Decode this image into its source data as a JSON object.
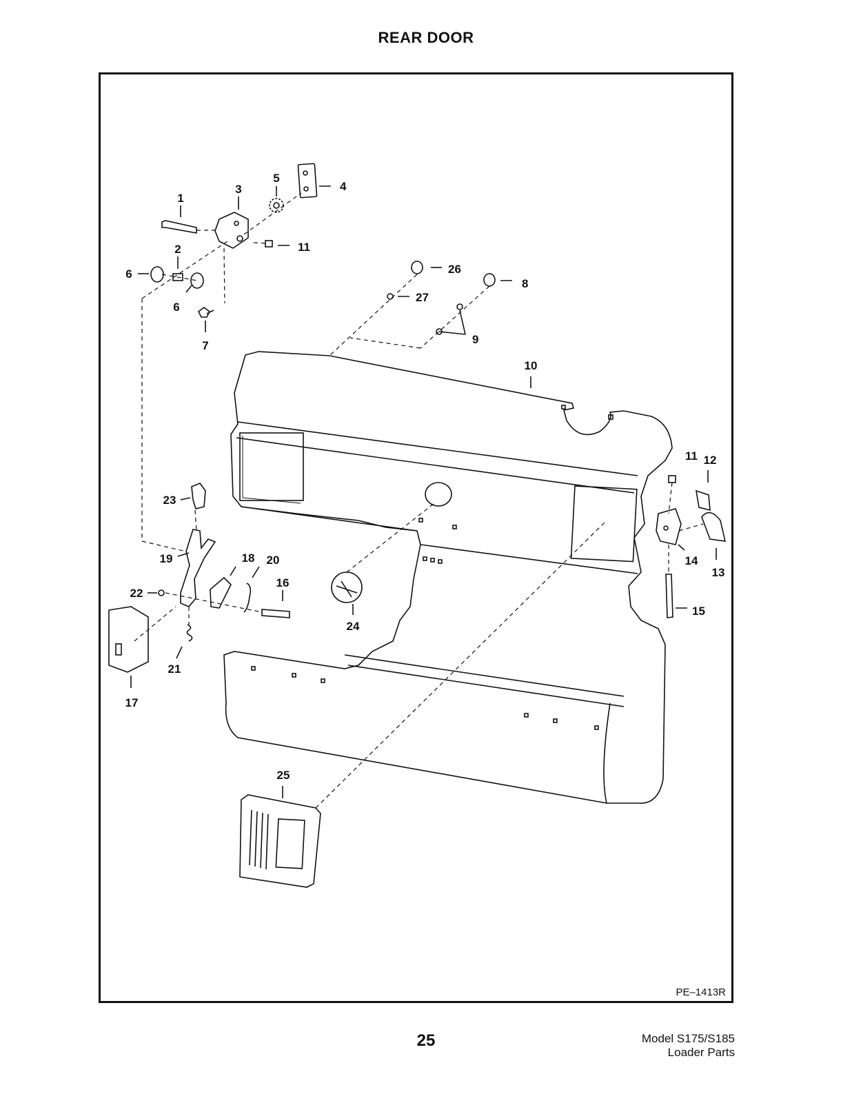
{
  "page": {
    "title": "REAR DOOR",
    "page_number": "25",
    "footer_model": "Model S175/S185",
    "footer_parts": "Loader Parts"
  },
  "figure": {
    "drawing_number": "PE–1413R",
    "callouts": [
      {
        "id": "c1",
        "text": "1"
      },
      {
        "id": "c2",
        "text": "2"
      },
      {
        "id": "c3",
        "text": "3"
      },
      {
        "id": "c4",
        "text": "4"
      },
      {
        "id": "c5",
        "text": "5"
      },
      {
        "id": "c6a",
        "text": "6"
      },
      {
        "id": "c6b",
        "text": "6"
      },
      {
        "id": "c7",
        "text": "7"
      },
      {
        "id": "c8",
        "text": "8"
      },
      {
        "id": "c9",
        "text": "9"
      },
      {
        "id": "c10",
        "text": "10"
      },
      {
        "id": "c11a",
        "text": "11"
      },
      {
        "id": "c11b",
        "text": "11"
      },
      {
        "id": "c12",
        "text": "12"
      },
      {
        "id": "c13",
        "text": "13"
      },
      {
        "id": "c14",
        "text": "14"
      },
      {
        "id": "c15",
        "text": "15"
      },
      {
        "id": "c16",
        "text": "16"
      },
      {
        "id": "c17",
        "text": "17"
      },
      {
        "id": "c18",
        "text": "18"
      },
      {
        "id": "c19",
        "text": "19"
      },
      {
        "id": "c20",
        "text": "20"
      },
      {
        "id": "c21",
        "text": "21"
      },
      {
        "id": "c22",
        "text": "22"
      },
      {
        "id": "c23",
        "text": "23"
      },
      {
        "id": "c24",
        "text": "24"
      },
      {
        "id": "c25",
        "text": "25"
      },
      {
        "id": "c26",
        "text": "26"
      },
      {
        "id": "c27",
        "text": "27"
      }
    ]
  }
}
